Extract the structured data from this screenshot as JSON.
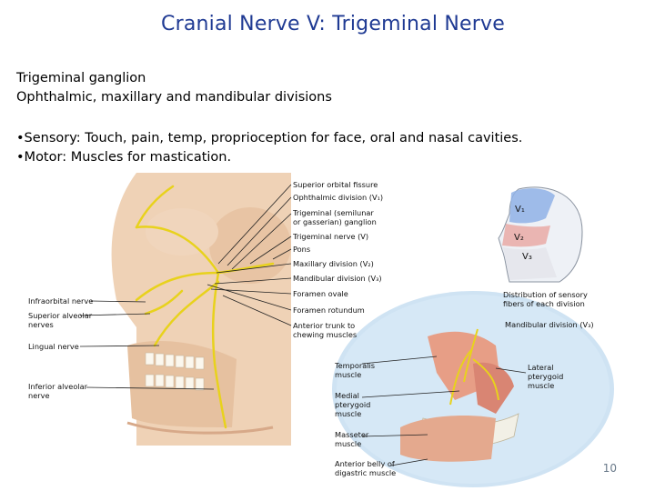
{
  "slide": {
    "title": "Cranial Nerve V:  Trigeminal Nerve",
    "lines": [
      "Trigeminal ganglion",
      "Ophthalmic, maxillary and mandibular divisions"
    ],
    "bullets": [
      "•Sensory: Touch, pain, temp, proprioception for face, oral and nasal cavities.",
      "•Motor: Muscles for mastication."
    ],
    "page_number": "10"
  },
  "figure": {
    "labels_right": [
      "Superior orbital fissure",
      "Ophthalmic division (V₁)",
      "Trigeminal (semilunar",
      "or gasserian) ganglion",
      "Trigeminal nerve (V)",
      "Pons",
      "Maxillary division (V₂)",
      "Mandibular division (V₃)",
      "Foramen ovale",
      "Foramen rotundum",
      "Anterior trunk to",
      "chewing muscles"
    ],
    "labels_left": [
      "Infraorbital nerve",
      "Superior alveolar",
      "nerves",
      "Lingual nerve",
      "Inferior alveolar",
      "nerve"
    ],
    "inset_head": {
      "zones": [
        "V₁",
        "V₂",
        "V₃"
      ],
      "caption": [
        "Distribution of sensory",
        "fibers of each division"
      ]
    },
    "inset_muscles": {
      "top_label": "Mandibular division (V₃)",
      "left_labels": [
        "Temporalis",
        "muscle",
        "Medial",
        "pterygoid",
        "muscle",
        "Masseter",
        "muscle",
        "Anterior belly of",
        "digastric muscle"
      ],
      "right_labels": [
        "Lateral",
        "pterygoid",
        "muscle"
      ]
    }
  }
}
